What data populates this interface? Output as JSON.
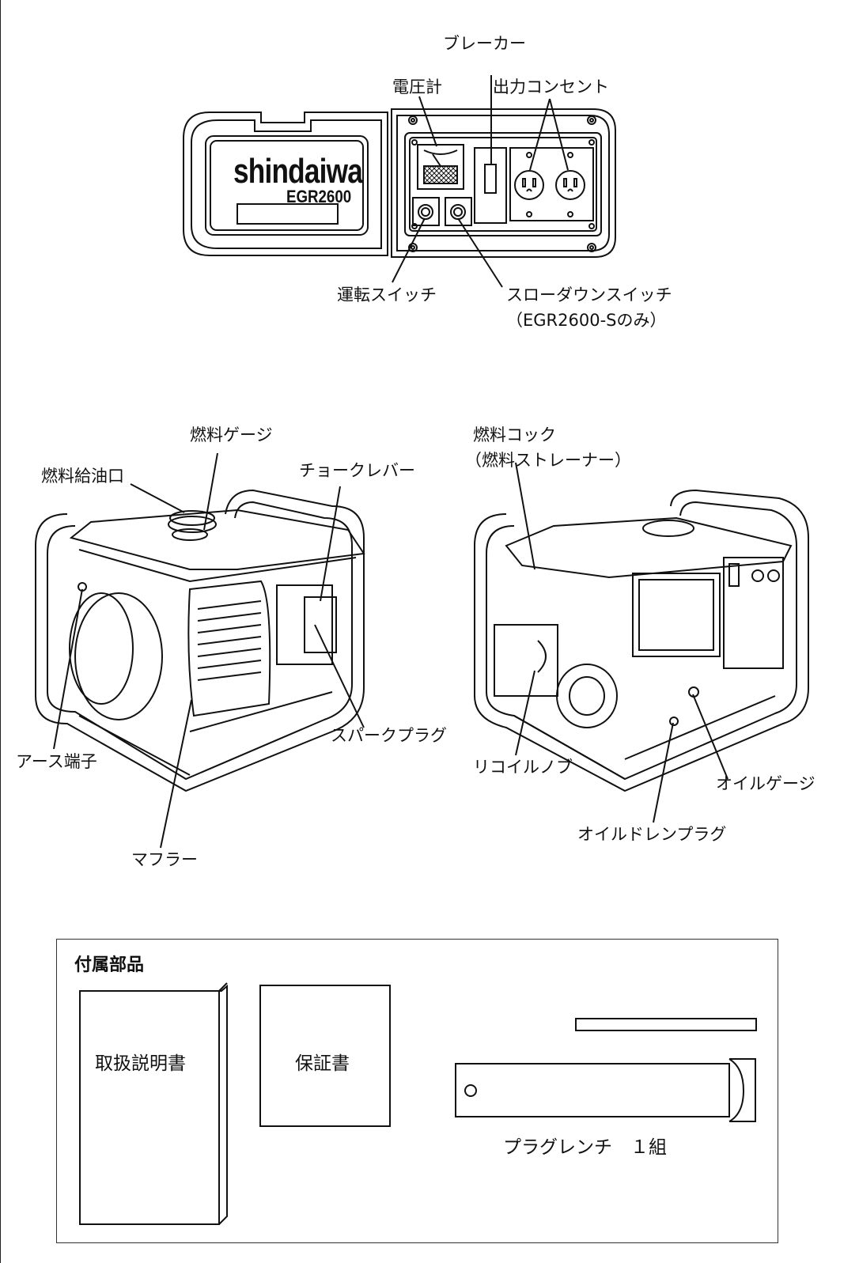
{
  "panel": {
    "brand": "shindaiwa",
    "model": "EGR2600",
    "labels": {
      "breaker": "ブレーカー",
      "voltmeter": "電圧計",
      "outlet": "出力コンセント",
      "run_switch": "運転スイッチ",
      "slowdown_switch": "スローダウンスイッチ",
      "slowdown_note": "（EGR2600-Sのみ）"
    }
  },
  "generator_left": {
    "labels": {
      "fuel_gauge": "燃料ゲージ",
      "fuel_filler": "燃料給油口",
      "choke_lever": "チョークレバー",
      "spark_plug": "スパークプラグ",
      "earth_terminal": "アース端子",
      "muffler": "マフラー"
    }
  },
  "generator_right": {
    "labels": {
      "fuel_cock": "燃料コック",
      "fuel_strainer": "（燃料ストレーナー）",
      "recoil_knob": "リコイルノブ",
      "oil_gauge": "オイルゲージ",
      "oil_drain_plug": "オイルドレンプラグ"
    }
  },
  "accessories": {
    "title": "付属部品",
    "manual": "取扱説明書",
    "warranty": "保証書",
    "plug_wrench": "プラグレンチ　１組"
  }
}
